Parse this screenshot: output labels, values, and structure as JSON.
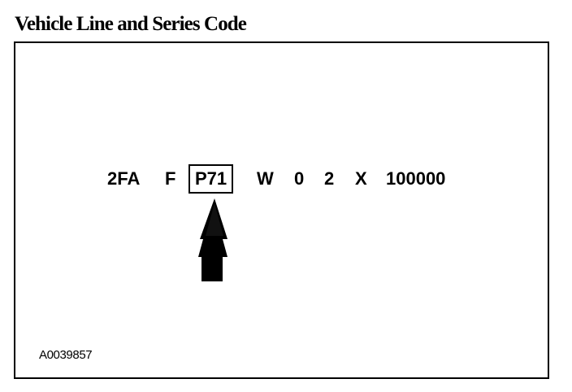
{
  "title": "Vehicle Line and Series Code",
  "vin_segments": {
    "s1": "2FA",
    "s2": "F",
    "s3": "P71",
    "s4": "W",
    "s5": "0",
    "s6": "2",
    "s7": "X",
    "s8": "100000"
  },
  "highlighted_segment": "P71",
  "pointer_icon": "up-arrow-icon",
  "figure_id": "A0039857"
}
